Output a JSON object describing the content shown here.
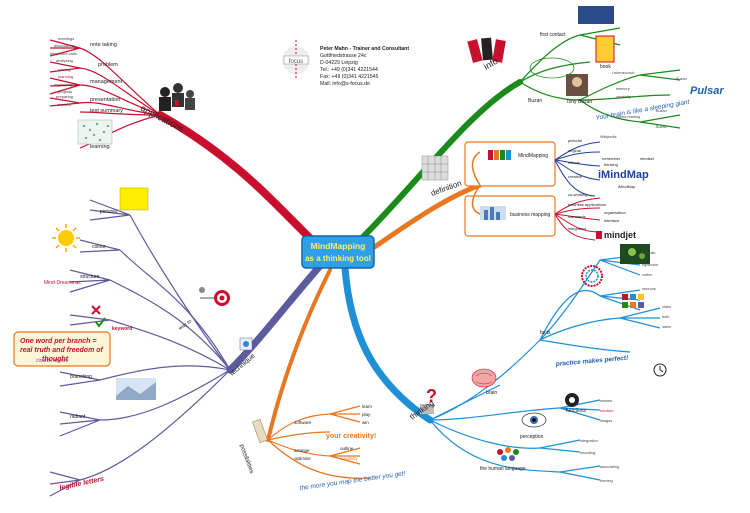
{
  "center": {
    "line1": "MindMapping",
    "line2": "as a thinking tool"
  },
  "contact": {
    "name": "Peter Mahn - Trainer and Consultant",
    "street": "Gottfriedstrasse 24c",
    "city": "D-04229 Leipzig",
    "tel": "Tel.: +49 (0)341 4221544",
    "fax": "Fax: +49 (0)341 4221545",
    "mail": "Mail: info@s-focus.de",
    "logo_text": "focus"
  },
  "branches": {
    "applications": "applications",
    "info": "info",
    "definition": "definition",
    "technique": "technique",
    "thinking": "thinking",
    "possibilities": "possibilities"
  },
  "applications": {
    "items": [
      "note taking",
      "problem",
      "management",
      "presentation",
      "text summary",
      "learning"
    ],
    "note_sub": [
      "meetings",
      "discussions",
      "telephone calls"
    ],
    "problem_sub": [
      "analysing",
      "solving"
    ],
    "management_sub": [
      "planning",
      "organising",
      "projects"
    ],
    "presentation_sub": [
      "preparing",
      "rhetoric"
    ]
  },
  "info": {
    "items": [
      "first contact",
      "Buzan",
      "Tony Buzan",
      "book"
    ],
    "sub": [
      "Lebenscoach",
      "memory",
      "creativity",
      "speed reading",
      "Pulsar",
      "Buzan",
      "Buzan",
      "Buzan"
    ],
    "quote": "Your brain is like a sleeping giant",
    "wiki": "Wikipedia"
  },
  "definition": {
    "mm_label": "MindMapping",
    "mm_items": [
      "pictorial",
      "original",
      "effects",
      "creative",
      "iMindMap"
    ],
    "bm_label": "business mapping",
    "bm_items": [
      "co-working",
      "business applications",
      "standards",
      "integrated",
      "mindjet"
    ],
    "imm_logo": "iMindMap",
    "mindjet_logo": "mindjet",
    "effects_sub": [
      "remember",
      "thinking",
      "mindset"
    ],
    "std_sub": [
      "organisation",
      "interface"
    ]
  },
  "technique": {
    "way": "way to",
    "items": [
      "pictures",
      "colour",
      "structure",
      "keyword",
      "branching",
      "radiant"
    ],
    "keyword_box": "One word per branch = real truth and freedom of thought",
    "legible": "legible letters",
    "cloud": "clouds, arrows",
    "red": "Mind-Dreams as"
  },
  "possibilities": {
    "items": [
      "software",
      "your creativity!",
      "the more you map the better you get!"
    ],
    "sub": [
      "learn",
      "play",
      "win",
      "arrange",
      "optimise",
      "outline",
      "creativity"
    ]
  },
  "thinking": {
    "label": "thinking",
    "items": [
      "facts",
      "brain",
      "perception",
      "the human language",
      "practice makes perfect!",
      "functions"
    ],
    "sub": [
      "leftbrain",
      "rightbrain",
      "cortex",
      "neurons",
      "sides",
      "both",
      "lobes",
      "senses",
      "emotion",
      "images",
      "integration",
      "encoding",
      "associating",
      "forming"
    ]
  },
  "colors": {
    "applications": "#c8102e",
    "info": "#1a8a1a",
    "definition": "#e87722",
    "technique": "#5b5b9e",
    "thinking": "#1f8fd6",
    "possibilities": "#e87722",
    "center": "#2fa0e8"
  }
}
